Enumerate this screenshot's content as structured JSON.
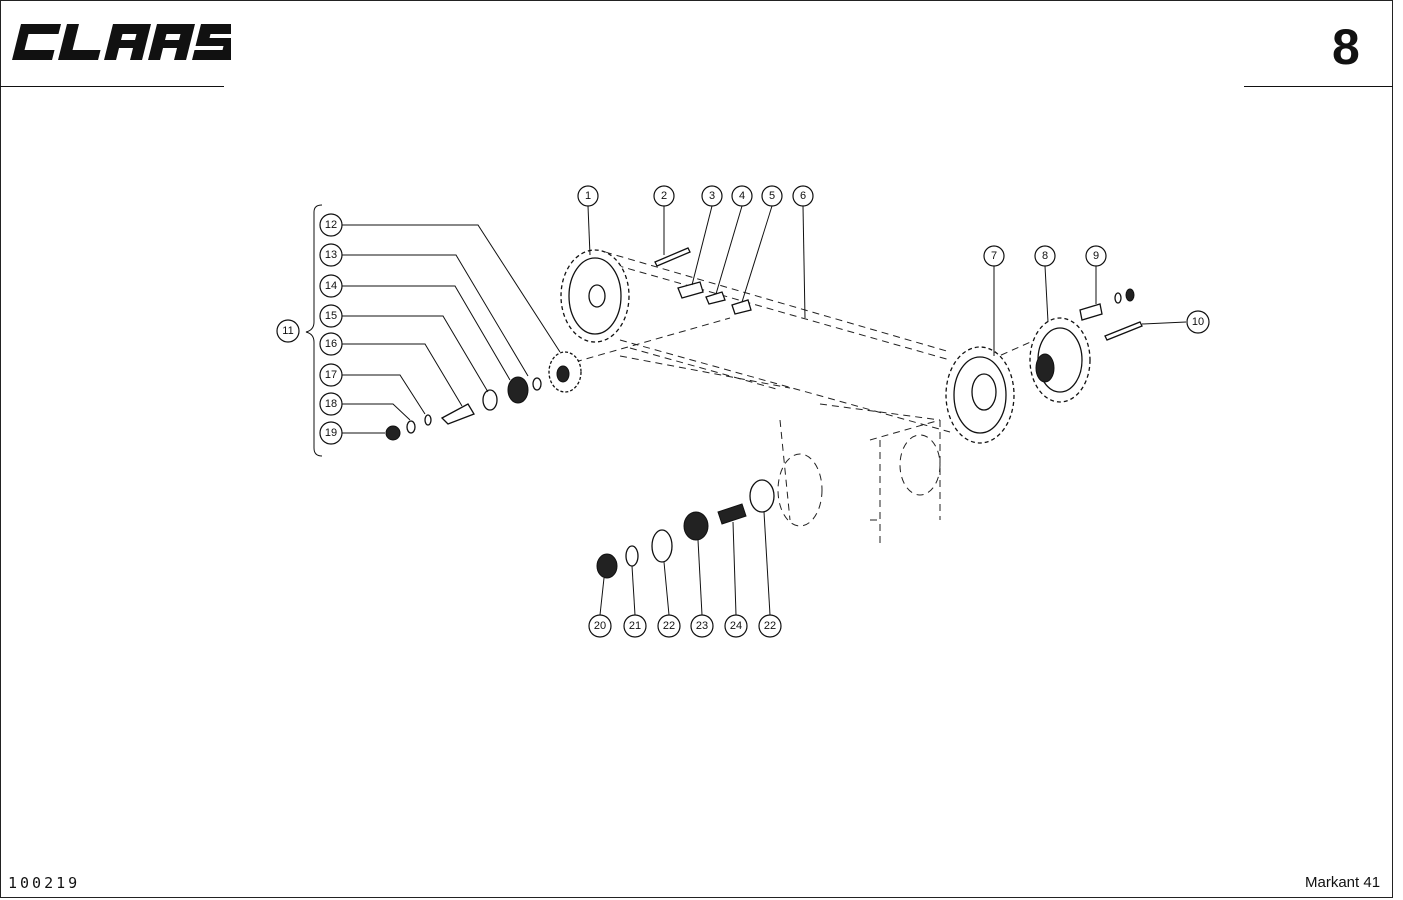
{
  "header": {
    "brand": "CLAAS",
    "page_number": "8"
  },
  "footer": {
    "document_id": "100219",
    "model": "Markant 41"
  },
  "callouts": [
    "1",
    "2",
    "3",
    "4",
    "5",
    "6",
    "7",
    "8",
    "9",
    "10",
    "11",
    "12",
    "13",
    "14",
    "15",
    "16",
    "17",
    "18",
    "19",
    "20",
    "21",
    "22",
    "23",
    "24",
    "22"
  ]
}
